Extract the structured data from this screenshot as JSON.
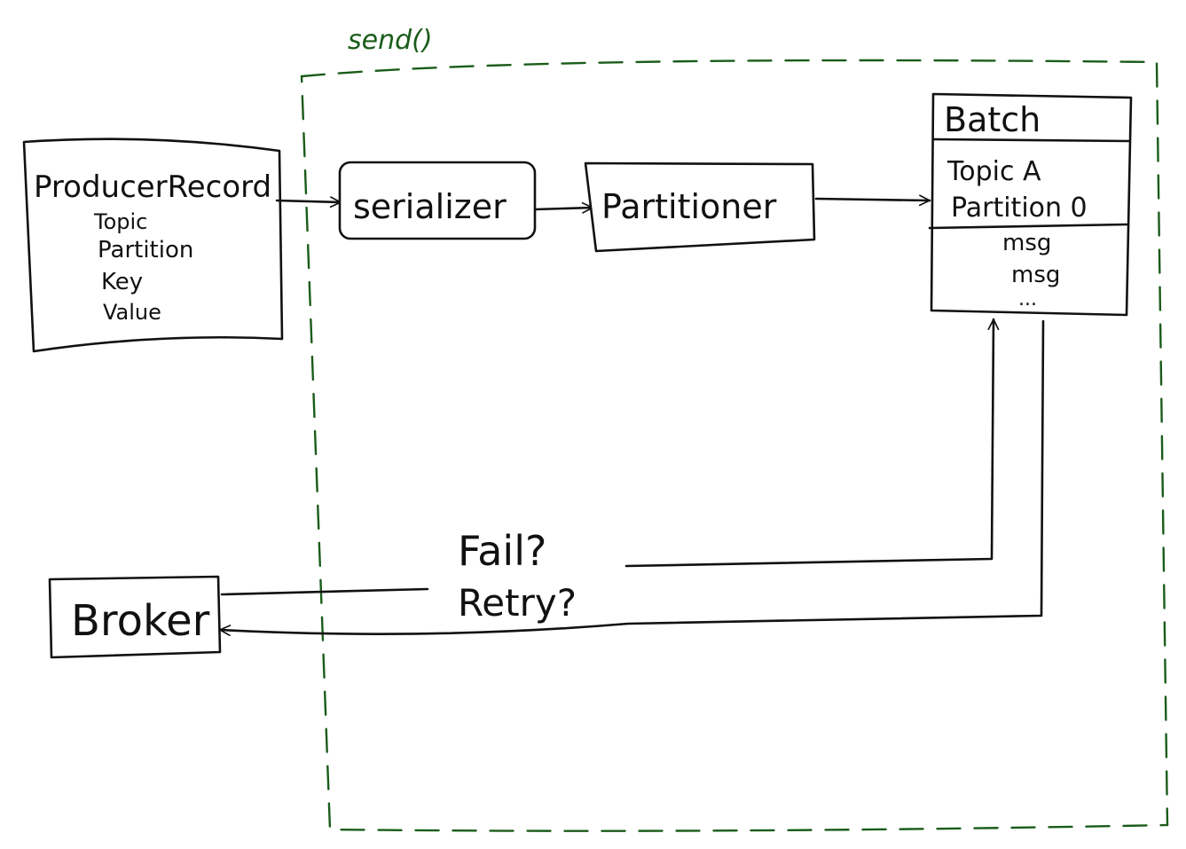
{
  "colors": {
    "ink": "#111111",
    "boundary": "#1a5c1a",
    "background": "#ffffff"
  },
  "boundary": {
    "label": "send()"
  },
  "producer_record": {
    "title": "ProducerRecord",
    "fields": [
      "Topic",
      "Partition",
      "Key",
      "Value"
    ]
  },
  "serializer": {
    "label": "serializer"
  },
  "partitioner": {
    "label": "Partitioner"
  },
  "batch": {
    "title": "Batch",
    "header_lines": [
      "Topic A",
      "Partition 0"
    ],
    "messages": [
      "msg",
      "msg",
      "..."
    ]
  },
  "broker": {
    "label": "Broker"
  },
  "feedback": {
    "line1": "Fail?",
    "line2": "Retry?"
  }
}
